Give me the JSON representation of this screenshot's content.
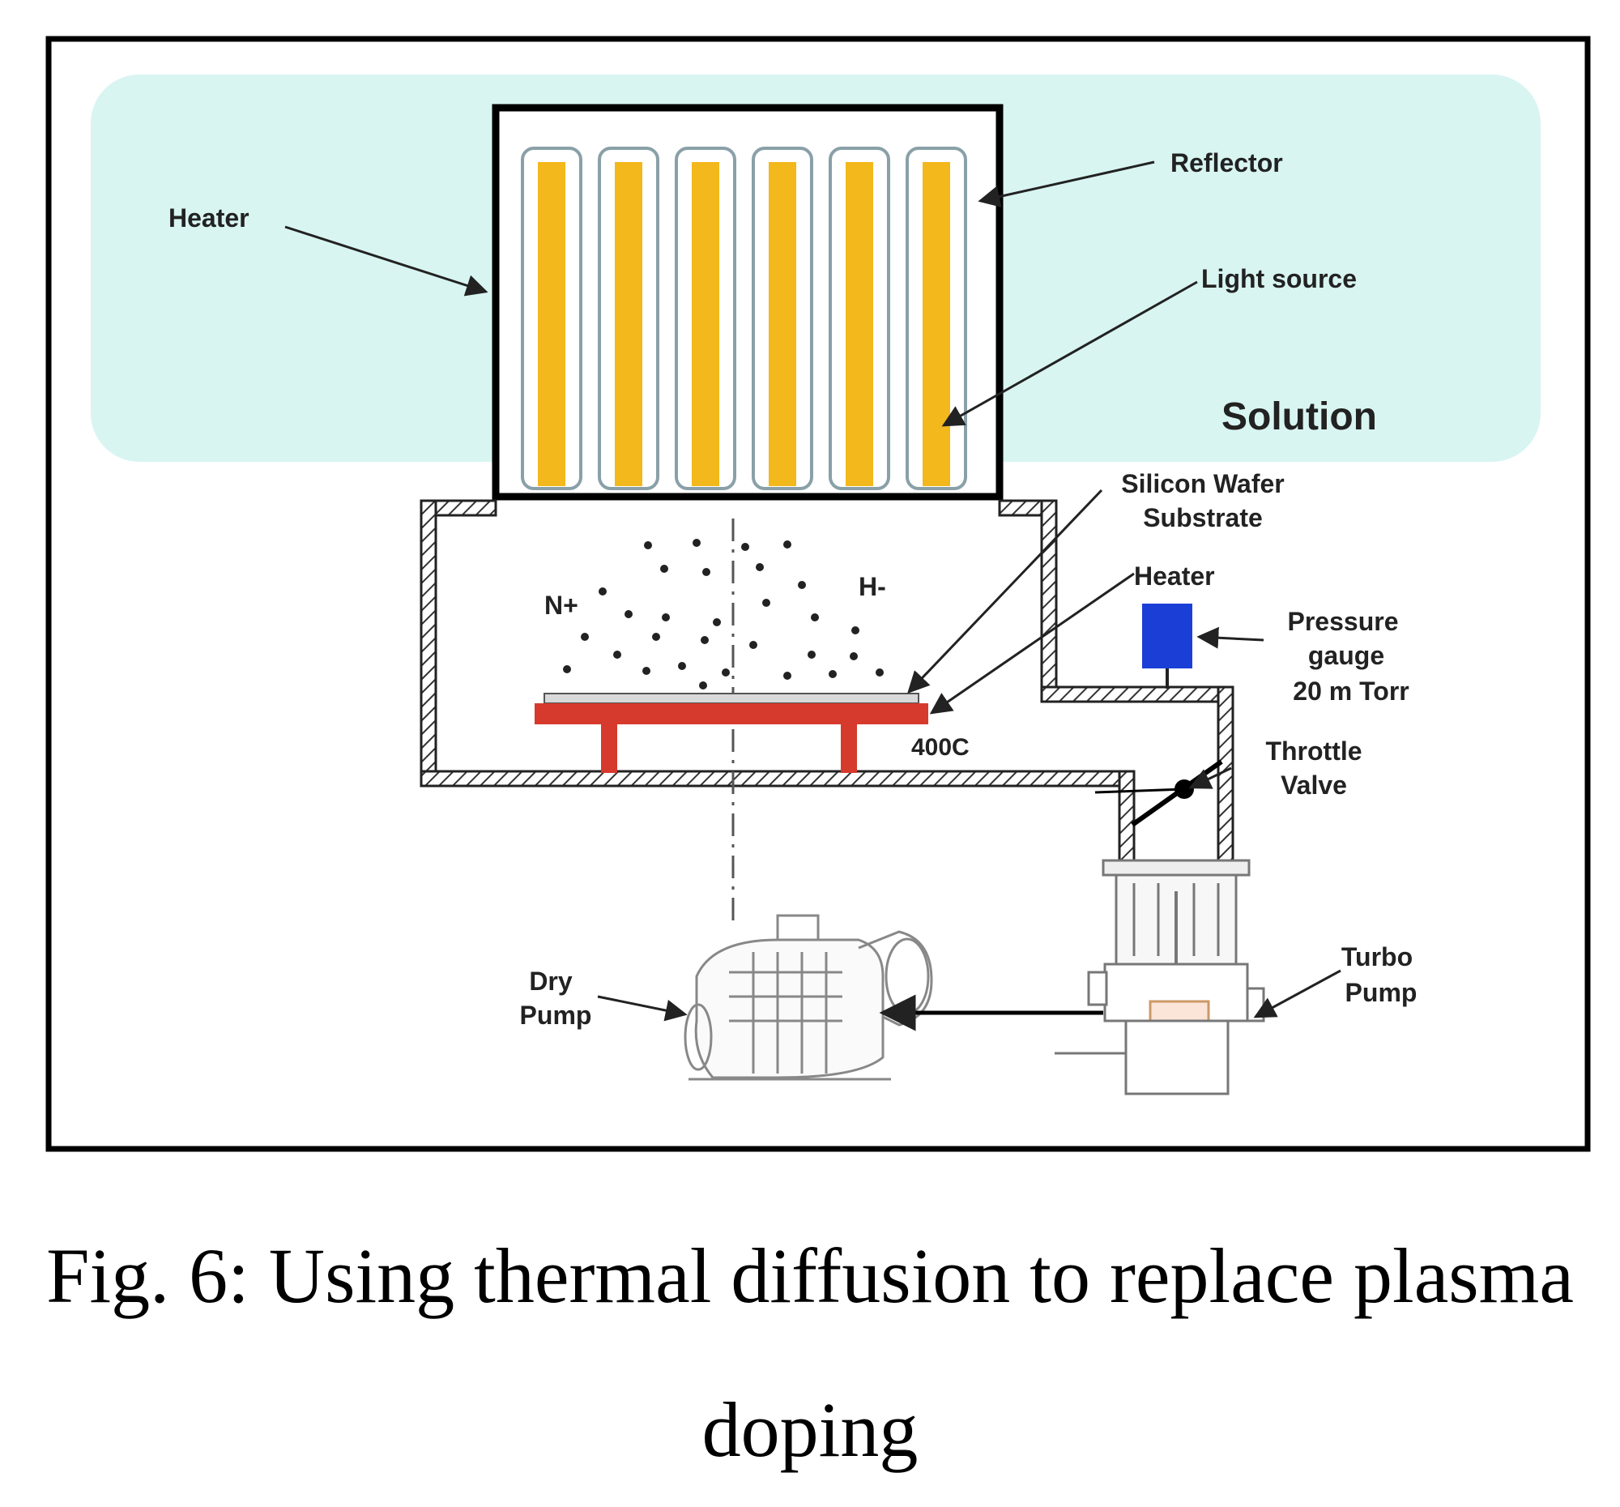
{
  "figure": {
    "caption_line1": "Fig. 6: Using thermal diffusion to replace plasma",
    "caption_line2": "doping",
    "labels": {
      "heater_top": "Heater",
      "reflector": "Reflector",
      "light_source": "Light source",
      "solution": "Solution",
      "silicon_wafer_1": "Silicon Wafer",
      "silicon_wafer_2": "Substrate",
      "heater_stage": "Heater",
      "pressure_gauge_1": "Pressure",
      "pressure_gauge_2": "gauge",
      "pressure_value": "20 m Torr",
      "throttle_1": "Throttle",
      "throttle_2": "Valve",
      "n_plus": "N+",
      "h_minus": "H-",
      "temperature": "400C",
      "turbo_1": "Turbo",
      "turbo_2": "Pump",
      "dry_1": "Dry",
      "dry_2": "Pump"
    },
    "colors": {
      "solution_bg": "#d8f5f1",
      "lamp_fill": "#f2b81c",
      "lamp_tube": "#8aa0a8",
      "heater_stage": "#d63a2c",
      "pressure_gauge": "#1b3fd6",
      "solution_text": "#c0392b",
      "pressure_text": "#2f5fc4",
      "temperature_text": "#d9534f"
    }
  }
}
